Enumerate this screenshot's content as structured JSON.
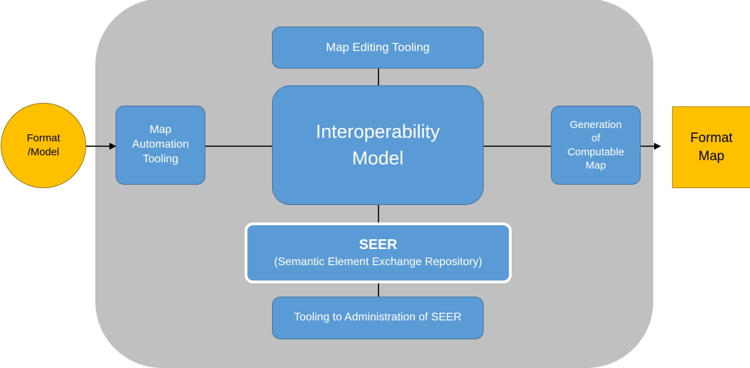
{
  "source": {
    "label": "Format\n/Model",
    "color": "#ffc000"
  },
  "target": {
    "label": "Format\nMap",
    "color": "#ffc000"
  },
  "map_editing": {
    "label": "Map Editing Tooling"
  },
  "map_automation": {
    "label": "Map\nAutomation\nTooling"
  },
  "interop_model": {
    "label": "Interoperability\nModel"
  },
  "generation": {
    "label": "Generation\nof\nComputable\nMap"
  },
  "seer": {
    "title": "SEER",
    "subtitle": "(Semantic Element Exchange Repository)"
  },
  "seer_admin": {
    "label": "Tooling to Administration of SEER"
  },
  "colors": {
    "container": "#c0c0c0",
    "box": "#5b9bd5",
    "accent": "#ffc000"
  }
}
